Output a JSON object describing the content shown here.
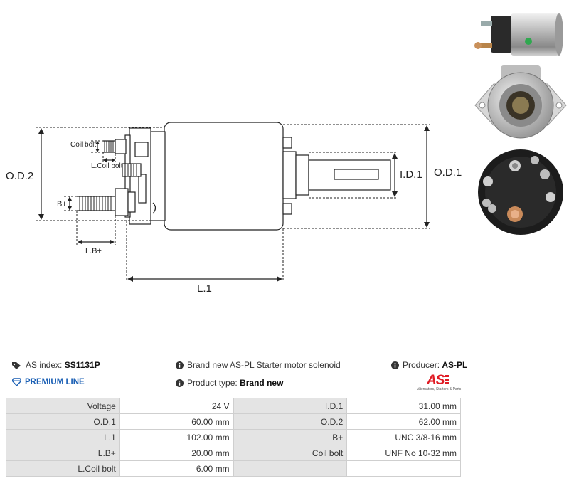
{
  "drawing": {
    "labels": {
      "od2": "O.D.2",
      "od1": "O.D.1",
      "id1": "I.D.1",
      "l1": "L.1",
      "bplus": "B+",
      "lbplus": "L.B+",
      "coil_bolt": "Coil bolt",
      "lcoil_bolt": "L.Coil bolt"
    }
  },
  "info": {
    "as_index_label": "AS index:",
    "as_index_value": "SS1131P",
    "description": "Brand new AS-PL Starter motor solenoid",
    "producer_label": "Producer:",
    "producer_value": "AS-PL",
    "premium_line": "PREMIUM LINE",
    "product_type_label": "Product type:",
    "product_type_value": "Brand new",
    "logo_text": "AS",
    "logo_tagline": "Alternators, Starters & Parts"
  },
  "specs": [
    {
      "label1": "Voltage",
      "value1": "24 V",
      "label2": "I.D.1",
      "value2": "31.00 mm"
    },
    {
      "label1": "O.D.1",
      "value1": "60.00 mm",
      "label2": "O.D.2",
      "value2": "62.00 mm"
    },
    {
      "label1": "L.1",
      "value1": "102.00 mm",
      "label2": "B+",
      "value2": "UNC 3/8-16 mm"
    },
    {
      "label1": "L.B+",
      "value1": "20.00 mm",
      "label2": "Coil bolt",
      "value2": "UNF No 10-32 mm"
    },
    {
      "label1": "L.Coil bolt",
      "value1": "6.00 mm",
      "label2": "",
      "value2": ""
    }
  ],
  "colors": {
    "premium": "#1a5fb4",
    "logo_red": "#e01b24",
    "table_label_bg": "#e4e4e4"
  }
}
